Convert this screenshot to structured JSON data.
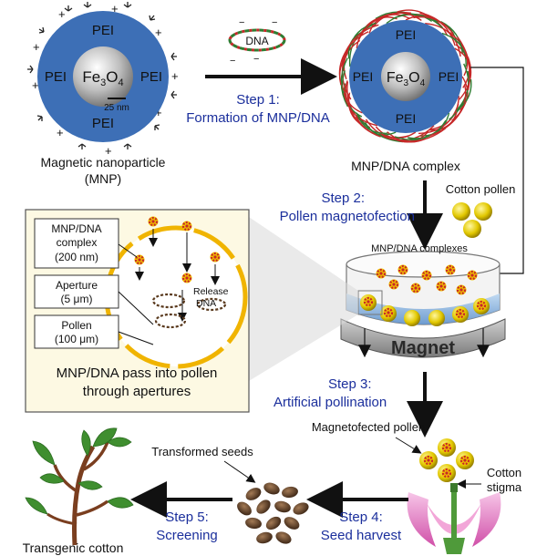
{
  "mnp": {
    "core": "Fe",
    "core_sub1": "3",
    "core_o": "O",
    "core_sub2": "4",
    "shell": "PEI",
    "scale": "25 nm",
    "caption_line1": "Magnetic nanoparticle",
    "caption_line2": "(MNP)"
  },
  "dna_label": "DNA",
  "step1": {
    "title": "Step 1:",
    "text": "Formation of  MNP/DNA"
  },
  "complex_caption": "MNP/DNA  complex",
  "step2": {
    "title": "Step 2:",
    "text": "Pollen magnetofection"
  },
  "cotton_pollen": "Cotton pollen",
  "dish_label": "MNP/DNA   complexes",
  "magnet": "Magnet",
  "inset": {
    "box1_line1": "MNP/DNA",
    "box1_line2": "complex",
    "box1_line3": "(200 nm)",
    "box2_line1": "Aperture",
    "box2_line2": "(5 μm)",
    "box3_line1": "Pollen",
    "box3_line2": "(100 μm)",
    "release_line1": "Release",
    "release_line2": "DNA",
    "caption_line1": "MNP/DNA  pass into pollen",
    "caption_line2": "through apertures"
  },
  "step3": {
    "title": "Step 3:",
    "text": "Artificial pollination"
  },
  "magnetofected_pollen": "Magnetofected pollen",
  "cotton_stigma_line1": "Cotton",
  "cotton_stigma_line2": "stigma",
  "step4": {
    "title": "Step 4:",
    "text": "Seed harvest"
  },
  "transformed_seeds": "Transformed seeds",
  "step5": {
    "title": "Step 5:",
    "text": "Screening"
  },
  "transgenic": "Transgenic cotton",
  "colors": {
    "pei": "#3d6fb6",
    "step_text": "#1b2f9c",
    "pollen": "#e2c800",
    "dna_red": "#c62828",
    "dna_green": "#2e7d32",
    "inset_bg": "#fdf9e3"
  }
}
